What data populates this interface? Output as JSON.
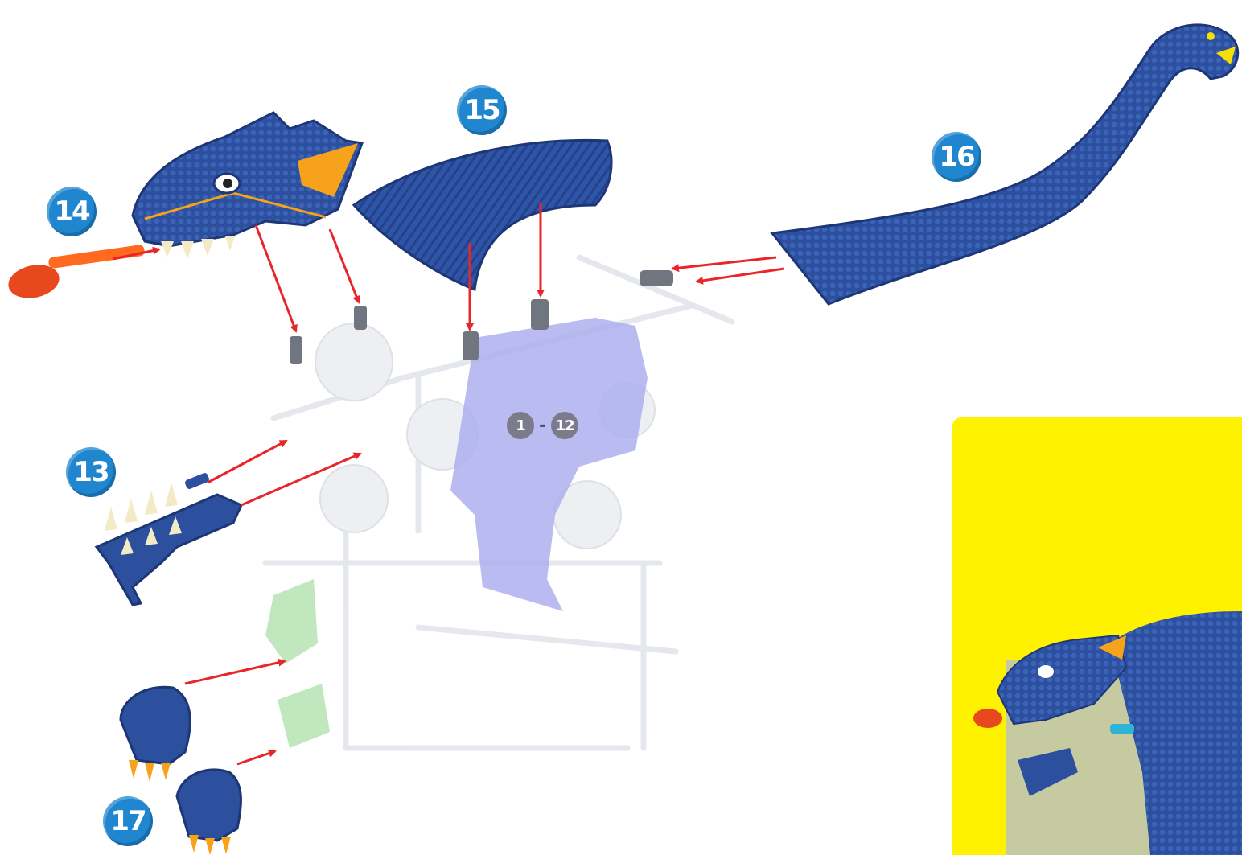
{
  "steps": {
    "s13": "13",
    "s14": "14",
    "s15": "15",
    "s16": "16",
    "s17": "17"
  },
  "range": {
    "from": "1",
    "separator": "-",
    "to": "12"
  },
  "colors": {
    "badge": "#1f86cf",
    "arrow": "#e8262a",
    "dragon_blue": "#2c4f9e",
    "inset_background": "#fff200",
    "accent_orange": "#f7a21b"
  }
}
